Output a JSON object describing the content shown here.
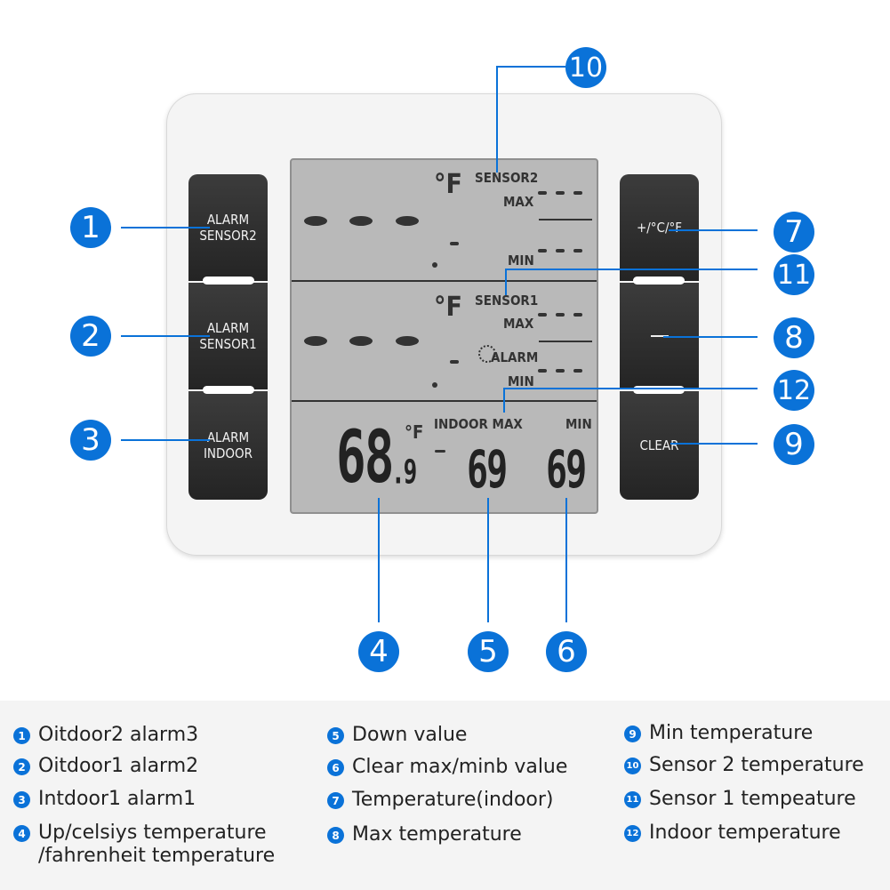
{
  "device": {
    "left_buttons": [
      {
        "line1": "ALARM",
        "line2": "SENSOR2"
      },
      {
        "line1": "ALARM",
        "line2": "SENSOR1"
      },
      {
        "line1": "ALARM",
        "line2": "INDOOR"
      }
    ],
    "right_buttons": {
      "unit": "+/°C/°F",
      "clear": "CLEAR"
    },
    "lcd": {
      "sensor2": {
        "label": "SENSOR2",
        "unit": "°F",
        "max": "MAX",
        "min": "MIN"
      },
      "sensor1": {
        "label": "SENSOR1",
        "unit": "°F",
        "max": "MAX",
        "alarm": "ALARM",
        "min": "MIN"
      },
      "indoor": {
        "label": "INDOOR MAX",
        "min_label": "MIN",
        "temp_main": "68",
        "temp_decimal": ".9",
        "temp_unit": "°F",
        "max_value": "69",
        "min_value": "69"
      }
    }
  },
  "callouts": [
    "1",
    "2",
    "3",
    "4",
    "5",
    "6",
    "7",
    "8",
    "9",
    "10",
    "11",
    "12"
  ],
  "legend": [
    {
      "num": "1",
      "text": "Oitdoor2 alarm3"
    },
    {
      "num": "2",
      "text": "Oitdoor1 alarm2"
    },
    {
      "num": "3",
      "text": "Intdoor1 alarm1"
    },
    {
      "num": "4",
      "text": "Up/celsiys temperature",
      "text2": "/fahrenheit temperature"
    },
    {
      "num": "5",
      "text": "Down value"
    },
    {
      "num": "6",
      "text": "Clear max/minb value"
    },
    {
      "num": "7",
      "text": "Temperature(indoor)"
    },
    {
      "num": "8",
      "text": "Max temperature"
    },
    {
      "num": "9",
      "text": "Min temperature"
    },
    {
      "num": "10",
      "text": "Sensor 2 temperature"
    },
    {
      "num": "11",
      "text": "Sensor 1 tempeature"
    },
    {
      "num": "12",
      "text": "Indoor temperature"
    }
  ],
  "colors": {
    "accent": "#0a72d8",
    "lcd": "#b9b9b9",
    "button": "#2e2e2e"
  }
}
